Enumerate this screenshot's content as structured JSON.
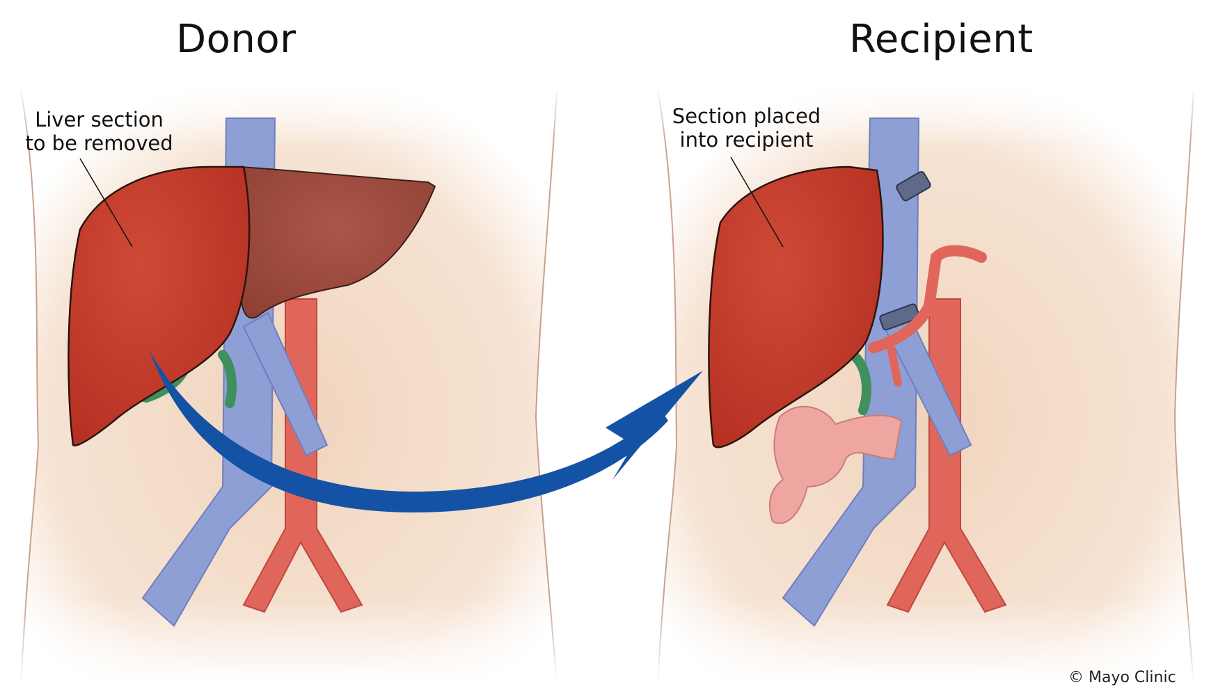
{
  "donor": {
    "title": "Donor",
    "label_line1": "Liver section",
    "label_line2": "to be removed"
  },
  "recipient": {
    "title": "Recipient",
    "label_line1": "Section placed",
    "label_line2": "into recipient"
  },
  "credit": "© Mayo Clinic",
  "colors": {
    "skin": "#f3dcc6",
    "liver_section": "#c23a28",
    "liver_remaining": "#9a4638",
    "vein": "#8e9fd6",
    "artery": "#e0665c",
    "bile_duct": "#3f8f5f",
    "intestine": "#f0a6a0",
    "arrow": "#1452a6"
  }
}
